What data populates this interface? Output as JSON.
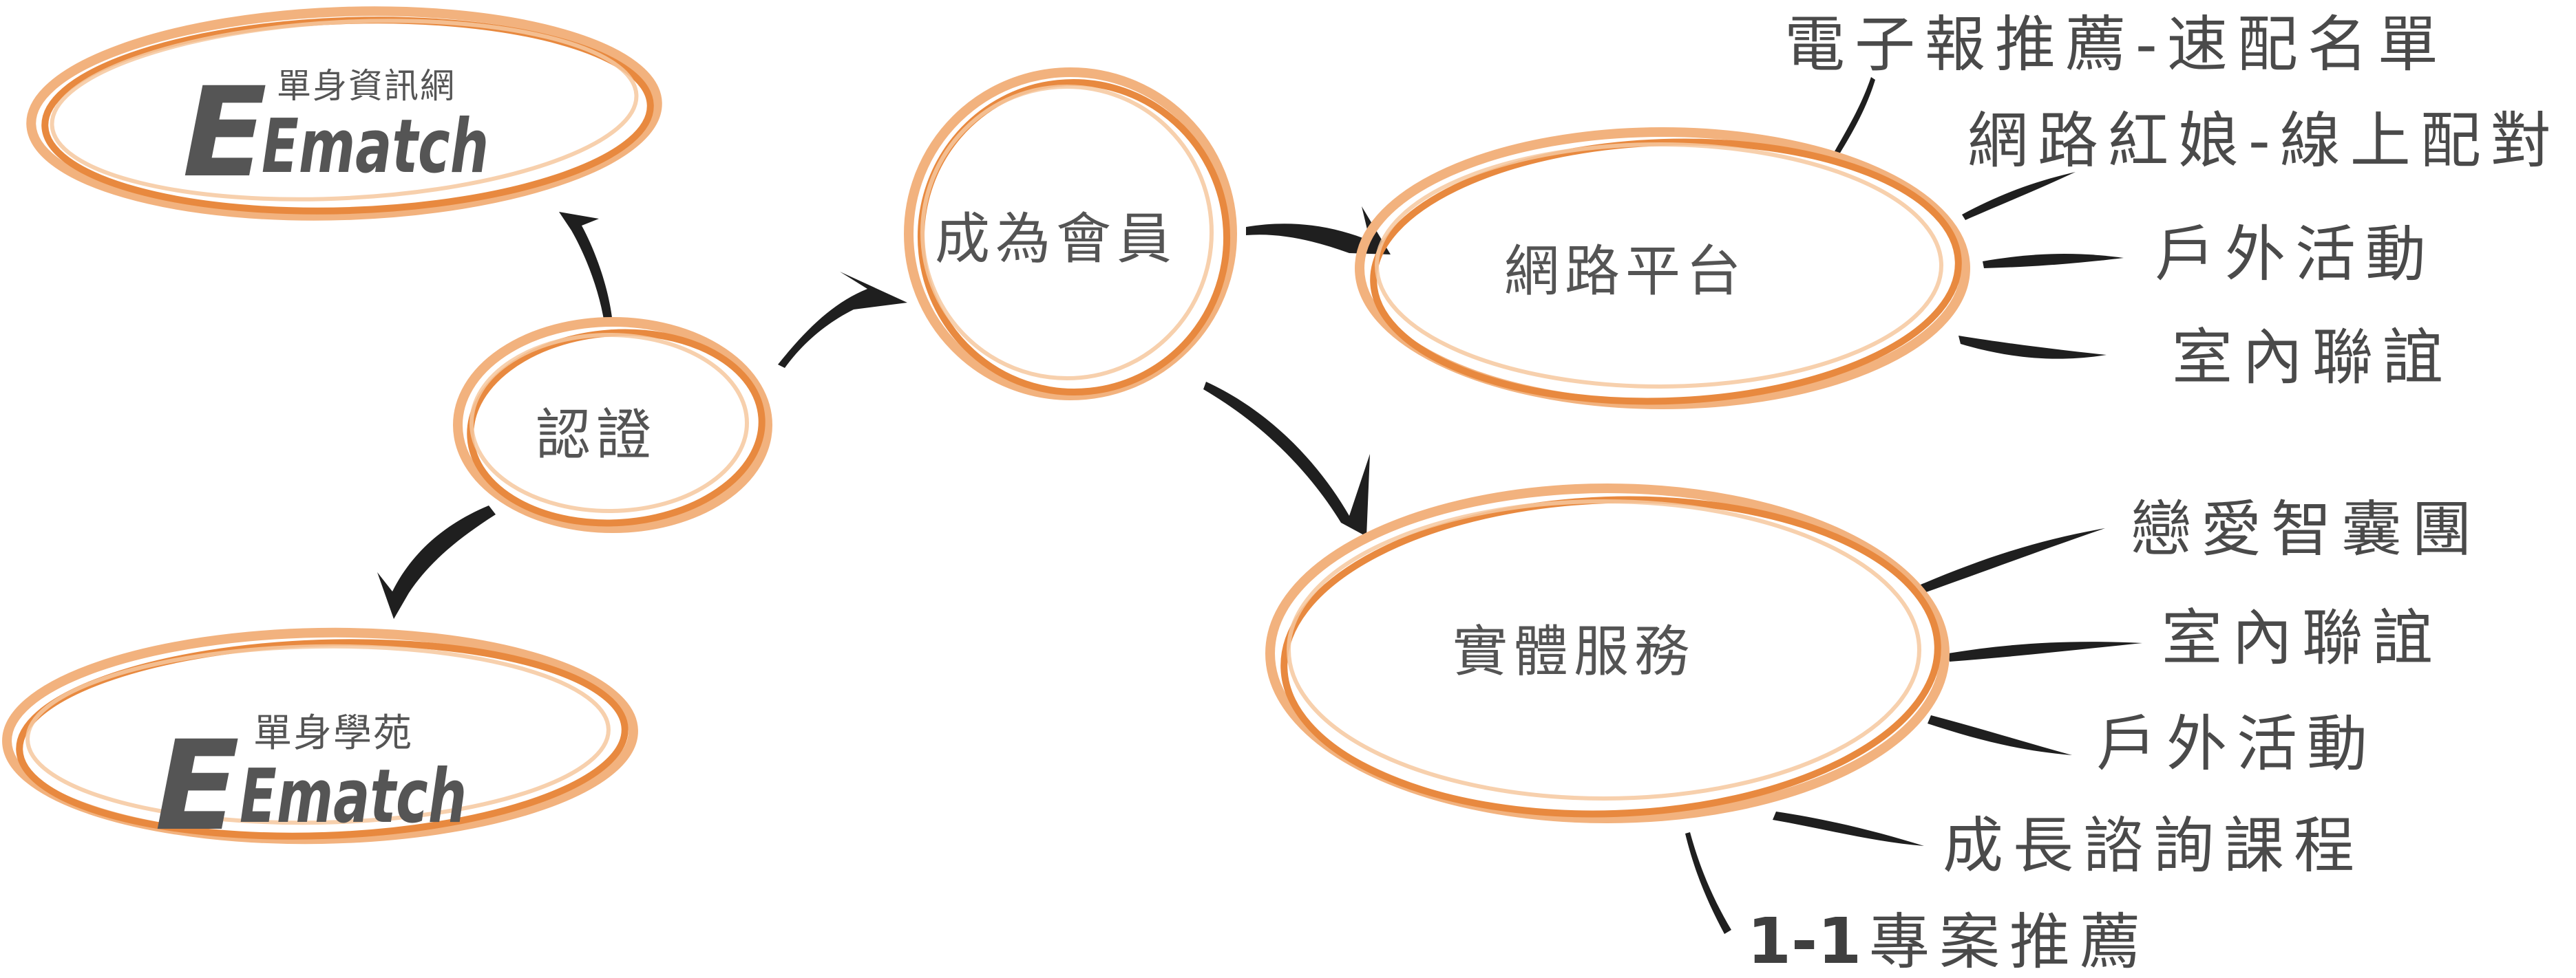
{
  "nodes": {
    "ematch_net": {
      "brand": "Ematch",
      "subtitle": "單身資訊網"
    },
    "ematch_academy": {
      "brand": "Ematch",
      "subtitle": "單身學苑"
    },
    "certification": {
      "label": "認證"
    },
    "membership": {
      "label": "成為會員"
    },
    "online_platform": {
      "label": "網路平台",
      "branches": [
        "電子報推薦-速配名單",
        "網路紅娘-線上配對",
        "戶外活動",
        "室內聯誼"
      ]
    },
    "physical_services": {
      "label": "實體服務",
      "branches": [
        "戀愛智囊團",
        "室內聯誼",
        "戶外活動",
        "成長諮詢課程"
      ],
      "special_branch": {
        "prefix": "1-1",
        "text": "專案推薦"
      }
    }
  },
  "colors": {
    "ring_light": "#f2b27e",
    "ring_main": "#e8893f",
    "brush": "#1f1f1f",
    "text": "#545454"
  }
}
